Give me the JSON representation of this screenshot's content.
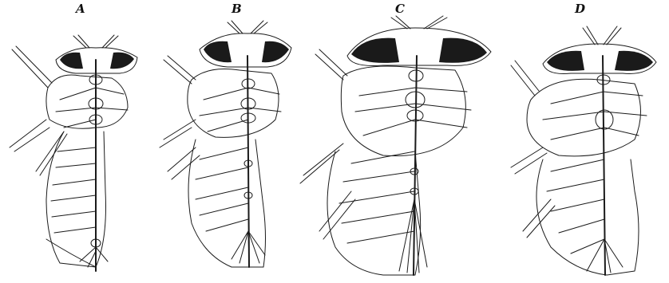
{
  "panels": [
    {
      "id": "a",
      "label": "A"
    },
    {
      "id": "b",
      "label": "B"
    },
    {
      "id": "c",
      "label": "C"
    },
    {
      "id": "d",
      "label": "D"
    }
  ],
  "colors": {
    "ink": "#1a1a1a",
    "paper": "#ffffff"
  }
}
